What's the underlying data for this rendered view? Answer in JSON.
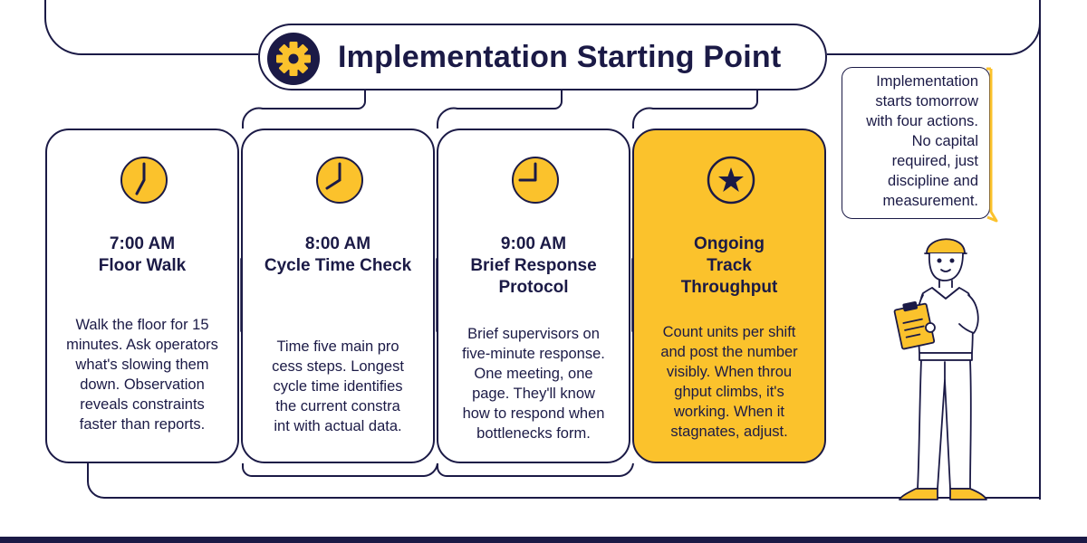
{
  "title": "Implementation Starting Point",
  "icons": {
    "title": "gear-icon",
    "step_clock": "clock-icon",
    "ongoing": "star-icon",
    "person": "worker-with-clipboard-illustration"
  },
  "steps": [
    {
      "time": "7:00 AM",
      "name": "Floor Walk",
      "body": [
        "Walk the floor for 15",
        "minutes. Ask operators",
        "what's slowing them",
        "down. Observation",
        "reveals constraints",
        "faster than reports."
      ]
    },
    {
      "time": "8:00 AM",
      "name": "Cycle Time Check",
      "body": [
        "Time five main pro",
        "cess steps. Longest",
        "cycle time identifies",
        "the current constra",
        "int with actual data."
      ]
    },
    {
      "time": "9:00 AM",
      "name_lines": [
        "Brief Response",
        "Protocol"
      ],
      "body": [
        "Brief supervisors on",
        "five-minute response.",
        "One meeting, one",
        "page. They'll know",
        "how to respond when",
        "bottlenecks form."
      ]
    },
    {
      "name_lines": [
        "Ongoing",
        "Track",
        "Throughput"
      ],
      "body": [
        "Count units per shift",
        "and post the number",
        "visibly. When throu",
        "ghput climbs, it's",
        "working. When it",
        "stagnates, adjust."
      ]
    }
  ],
  "callout": [
    "Implementation",
    "starts tomorrow",
    "with four actions.",
    "No capital",
    "required, just",
    "discipline and",
    "measurement."
  ],
  "colors": {
    "navy": "#1b1a46",
    "accent": "#fbc22c",
    "background": "#ffffff"
  }
}
